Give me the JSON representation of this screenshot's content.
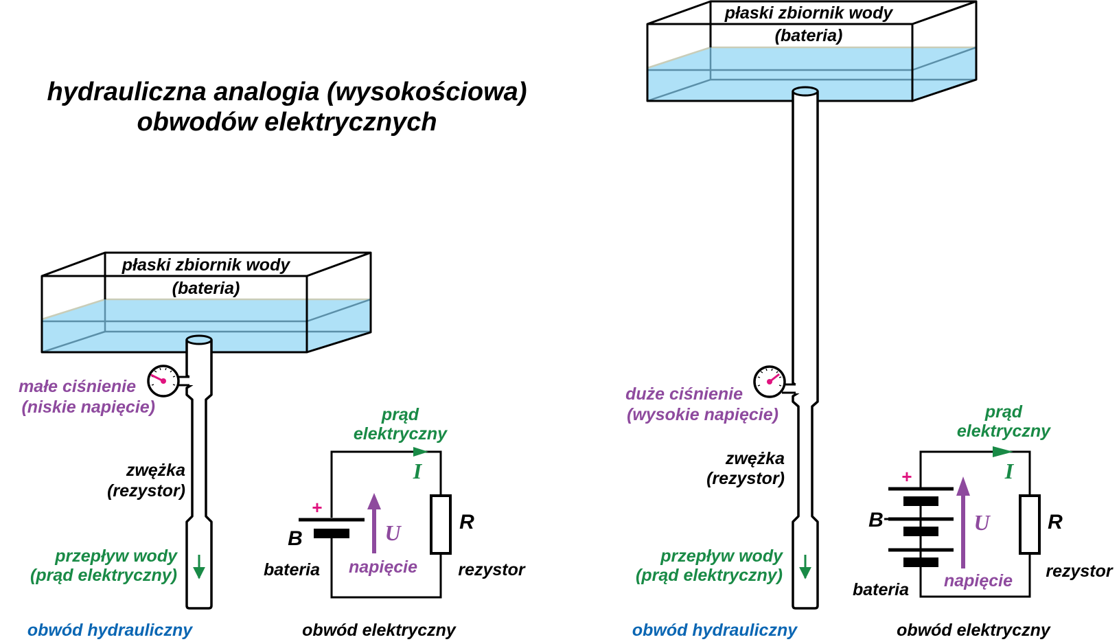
{
  "title": {
    "line1": "hydrauliczna analogia (wysokościowa)",
    "line2": "obwodów elektrycznych"
  },
  "left": {
    "tank": {
      "label1": "płaski zbiornik wody",
      "label2": "(bateria)"
    },
    "gauge": {
      "label1": "małe ciśnienie",
      "label2": "(niskie napięcie)",
      "reading": "low"
    },
    "constriction": {
      "label1": "zwężka",
      "label2": "(rezystor)"
    },
    "flow": {
      "label1": "przepływ wody",
      "label2": "(prąd elektryczny)"
    },
    "hydraulic_caption": "obwód hydrauliczny",
    "circuit": {
      "current_label1": "prąd",
      "current_label2": "elektryczny",
      "current_symbol": "I",
      "voltage_symbol": "U",
      "voltage_label": "napięcie",
      "battery_symbol": "B",
      "battery_label": "bateria",
      "battery_cells": 1,
      "plus_sign": "+",
      "resistor_symbol": "R",
      "resistor_label": "rezystor",
      "caption": "obwód elektryczny"
    }
  },
  "right": {
    "tank": {
      "label1": "płaski zbiornik wody",
      "label2": "(bateria)"
    },
    "gauge": {
      "label1": "duże ciśnienie",
      "label2": "(wysokie napięcie)",
      "reading": "high"
    },
    "constriction": {
      "label1": "zwężka",
      "label2": "(rezystor)"
    },
    "flow": {
      "label1": "przepływ wody",
      "label2": "(prąd elektryczny)"
    },
    "hydraulic_caption": "obwód hydrauliczny",
    "circuit": {
      "current_label1": "prąd",
      "current_label2": "elektryczny",
      "current_symbol": "I",
      "voltage_symbol": "U",
      "voltage_label": "napięcie",
      "battery_symbol": "B",
      "battery_label": "bateria",
      "battery_cells": 3,
      "plus_sign": "+",
      "resistor_symbol": "R",
      "resistor_label": "rezystor",
      "caption": "obwód elektryczny"
    }
  },
  "colors": {
    "water": "#afe1f7",
    "pressure_text": "#8e4a9e",
    "current_text": "#198a46",
    "caption_blue": "#0a66b3",
    "gauge_needle": "#e0137f",
    "plus_sign": "#e0137f"
  }
}
